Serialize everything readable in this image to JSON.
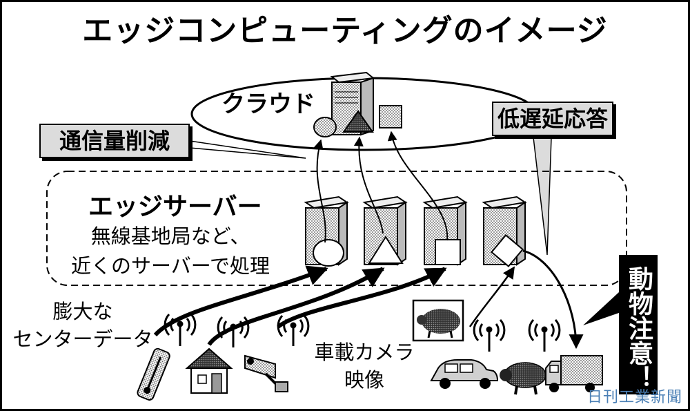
{
  "title": "エッジコンピューティングのイメージ",
  "cloud": {
    "label": "クラウド"
  },
  "callouts": {
    "traffic_reduction": "通信量削減",
    "low_latency": "低遅延応答"
  },
  "edge": {
    "title": "エッジサーバー",
    "description": "無線基地局など、\n近くのサーバーで処理"
  },
  "sources": {
    "big_data": "膨大な\nセンターデータ",
    "car_camera": "車載カメラ\n映像"
  },
  "warning": "動物注意！",
  "credit": "日刊工業新聞",
  "colors": {
    "callout_fill": "#dcdcdc",
    "warning_fill": "#000000",
    "credit_text": "#4a7fb5"
  }
}
